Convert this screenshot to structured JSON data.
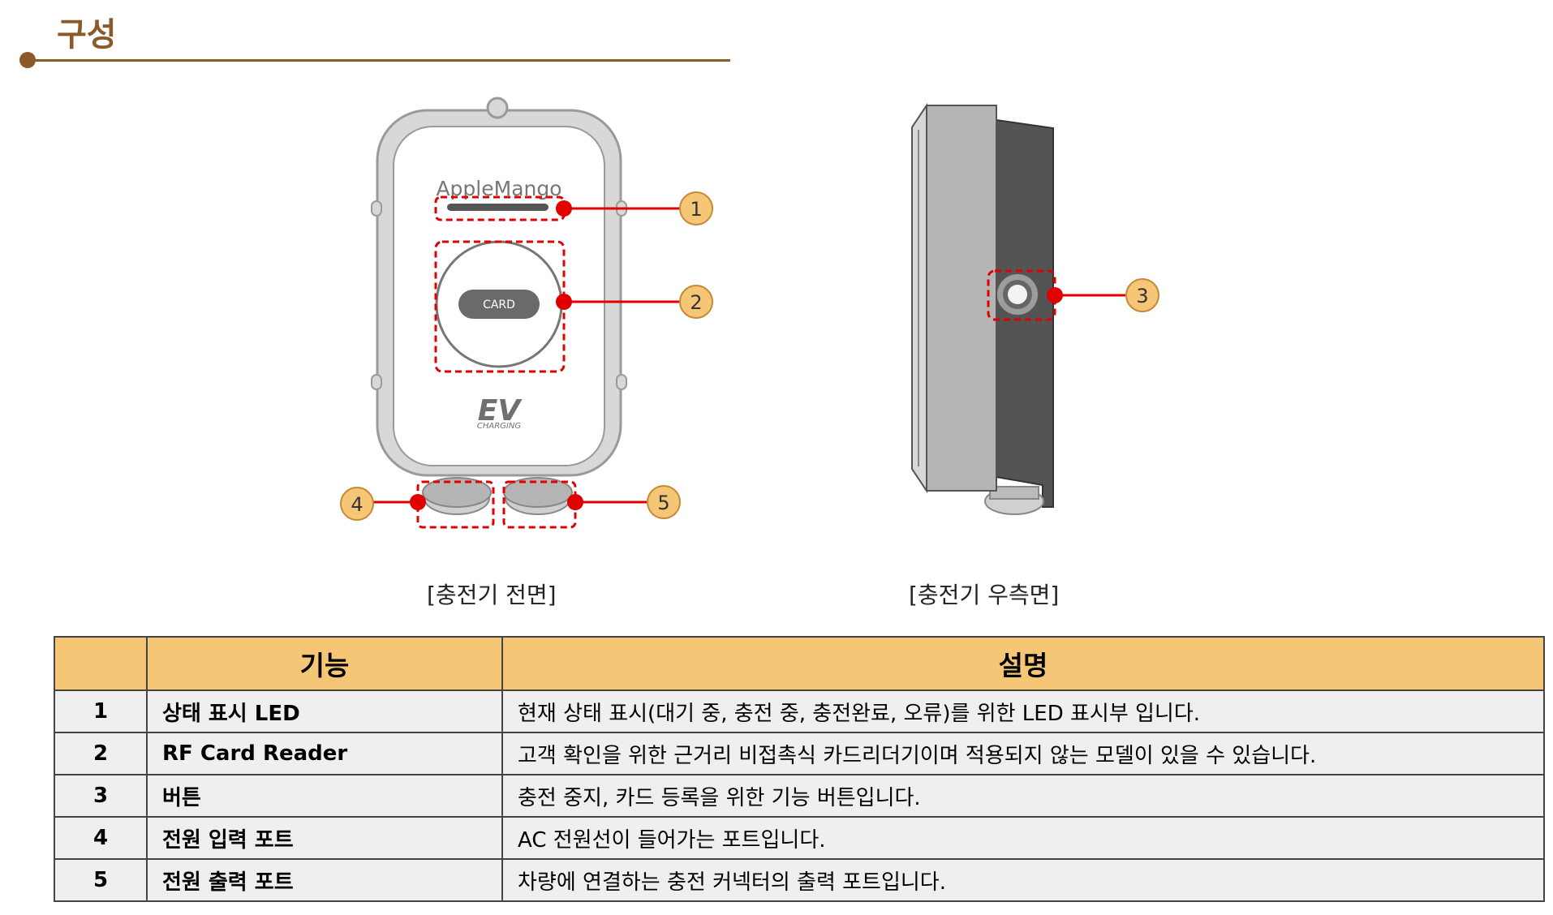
{
  "section": {
    "title": "구성"
  },
  "front": {
    "brand": "AppleMango",
    "card_label": "CARD",
    "ev_logo": "EV",
    "ev_sub": "CHARGING",
    "caption": "[충전기 전면]"
  },
  "side": {
    "caption": "[충전기 우측면]"
  },
  "callouts": [
    "1",
    "2",
    "3",
    "4",
    "5"
  ],
  "colors": {
    "accent": "#8a5a2b",
    "callout": "#e00000",
    "badge": "#f6c677",
    "header": "#f6c677"
  },
  "table": {
    "headers": [
      "",
      "기능",
      "설명"
    ],
    "rows": [
      {
        "no": "1",
        "function": "상태 표시 LED",
        "description": "현재 상태 표시(대기 중, 충전 중, 충전완료, 오류)를 위한 LED 표시부 입니다."
      },
      {
        "no": "2",
        "function": "RF Card Reader",
        "description": "고객 확인을 위한 근거리 비접촉식 카드리더기이며 적용되지 않는 모델이 있을 수 있습니다."
      },
      {
        "no": "3",
        "function": "버튼",
        "description": "충전 중지, 카드 등록을 위한 기능 버튼입니다."
      },
      {
        "no": "4",
        "function": "전원 입력 포트",
        "description": "AC 전원선이 들어가는 포트입니다."
      },
      {
        "no": "5",
        "function": "전원 출력 포트",
        "description": "차량에 연결하는 충전 커넥터의 출력 포트입니다."
      }
    ]
  }
}
